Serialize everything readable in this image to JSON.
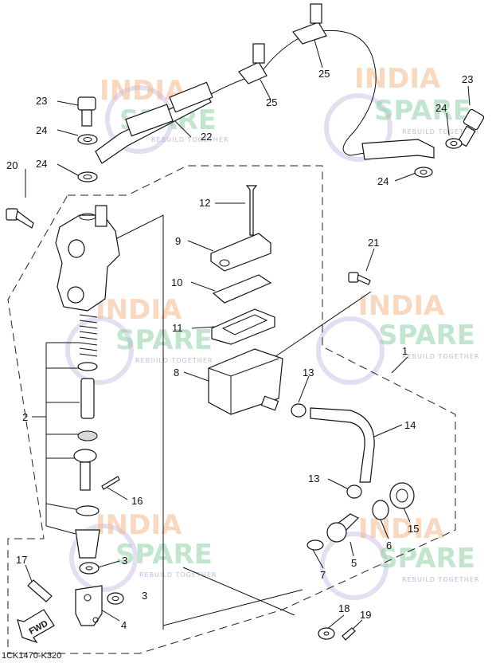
{
  "callouts": {
    "c1": "1",
    "c2": "2",
    "c3a": "3",
    "c3b": "3",
    "c4": "4",
    "c5": "5",
    "c6": "6",
    "c7": "7",
    "c8": "8",
    "c9": "9",
    "c10": "10",
    "c11": "11",
    "c12": "12",
    "c13a": "13",
    "c13b": "13",
    "c14": "14",
    "c15": "15",
    "c16": "16",
    "c17": "17",
    "c18": "18",
    "c19": "19",
    "c20": "20",
    "c21": "21",
    "c22": "22",
    "c23a": "23",
    "c23b": "23",
    "c24a": "24",
    "c24b": "24",
    "c24c": "24",
    "c24d": "24",
    "c25a": "25",
    "c25b": "25"
  },
  "watermark": {
    "line1": "INDIA",
    "line2": "SPARE",
    "tagline": "REBUILD TOGETHER"
  },
  "arrow_label": "FWD",
  "diagram_code": "1CK1470-K320",
  "colors": {
    "ink": "#111111",
    "wm_orange": "#f3b98a",
    "wm_green": "#8fd3a5",
    "wm_purple": "#b5a6d9"
  }
}
